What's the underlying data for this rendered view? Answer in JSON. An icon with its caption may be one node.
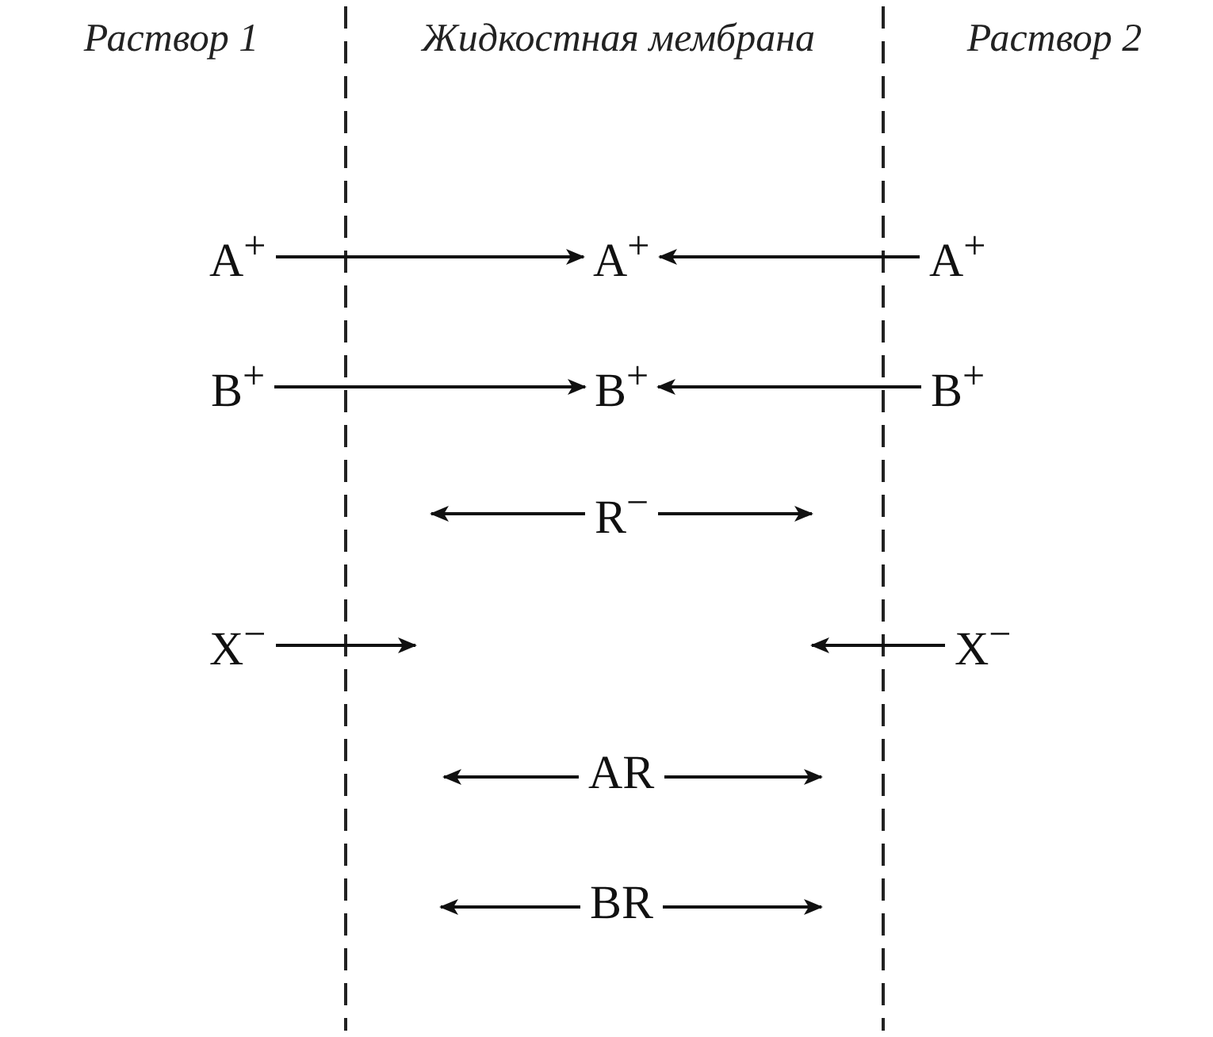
{
  "diagram": {
    "nodes": [
      {
        "text": [
          "A$^{+}$"
        ]
      },
      {
        "text": [
          "A$^{+}$"
        ]
      },
      {
        "text": [
          "A$^{+}$"
        ]
      },
      {
        "text": [
          "B$^{+}$"
        ]
      },
      {
        "text": [
          "B$^{+}$"
        ]
      },
      {
        "text": [
          "B$^{+}$"
        ]
      },
      {
        "text": [
          "R$^{−}$"
        ]
      },
      {
        "text": [
          "X$^{−}$"
        ]
      },
      {
        "text": [
          "X$^{−}$"
        ]
      },
      {
        "text": [
          "AR"
        ]
      },
      {
        "text": [
          "BR"
        ]
      }
    ],
    "edges": [
      {
        "from": 0,
        "to": 1,
        "arrow": "to"
      },
      {
        "from": 2,
        "to": 1,
        "arrow": "to"
      },
      {
        "from": 3,
        "to": 4,
        "arrow": "to"
      },
      {
        "from": 5,
        "to": 4,
        "arrow": "to"
      },
      {
        "from": 6,
        "to": null,
        "arrow": "to"
      },
      {
        "from": 6,
        "to": null,
        "arrow": "to"
      },
      {
        "from": 7,
        "to": null,
        "arrow": "to"
      },
      {
        "from": 8,
        "to": null,
        "arrow": "to"
      },
      {
        "from": 9,
        "to": null,
        "arrow": "to"
      },
      {
        "from": 9,
        "to": null,
        "arrow": "to"
      },
      {
        "from": 10,
        "to": null,
        "arrow": "to"
      },
      {
        "from": 10,
        "to": null,
        "arrow": "to"
      }
    ],
    "labels": [
      "Раствор 1",
      "Жидкостная мембрана",
      "Раствор 2"
    ]
  }
}
